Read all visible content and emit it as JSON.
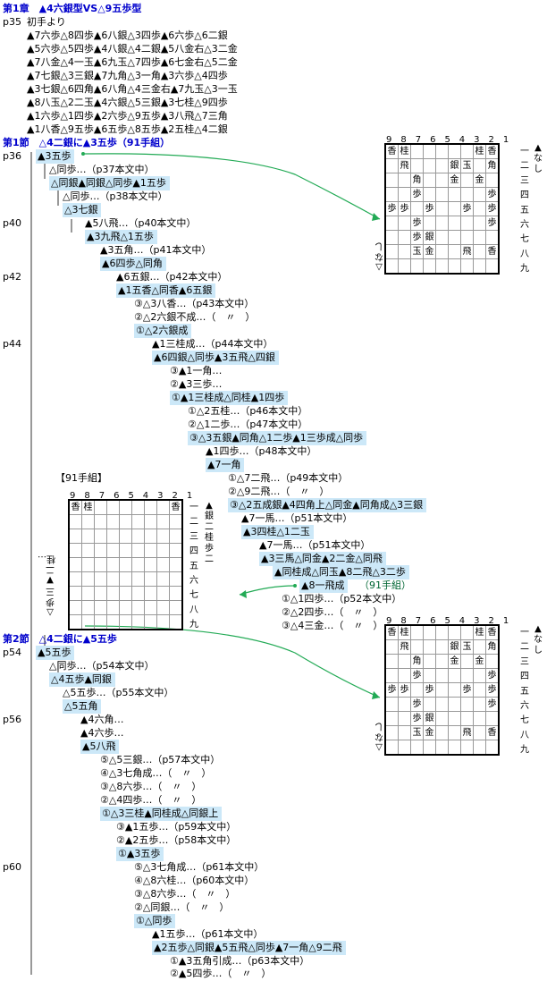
{
  "chapter": {
    "title": "第1章　▲4六銀型VS△9五歩型"
  },
  "intro": {
    "page": "p35",
    "label": "初手より",
    "lines": [
      "▲7六歩△8四歩▲6八銀△3四歩▲6六歩△6二銀",
      "▲5六歩△5四歩▲4八銀△4二銀▲5八金右△3二金",
      "▲7八金△4一玉▲6九玉△7四歩▲6七金右△5二金",
      "▲7七銀△3三銀▲7九角△3一角▲3六歩△4四歩",
      "▲3七銀△6四角▲6八角△4三金右▲7九玉△3一玉",
      "▲8八玉△2二玉▲4六銀△5三銀▲3七桂△9四歩",
      "▲1六歩△1四歩▲2六歩△9五歩▲3八飛△7三角",
      "▲1八香△9五歩▲6五歩△8五歩▲2五桂△4二銀"
    ]
  },
  "section1": {
    "title": "第1節　△4二銀に▲3五歩（91手組）",
    "pages": [
      "p36",
      "p40",
      "p42",
      "p44"
    ],
    "moves": [
      "▲3五歩",
      "△同歩…（p37本文中）",
      "△同銀▲同銀△同歩▲1五歩",
      "△同歩…（p38本文中）",
      "△3七銀",
      "▲5八飛…（p40本文中）",
      "▲3九飛△1五歩",
      "▲3五角…（p41本文中）",
      "▲6四歩△同角",
      "▲6五銀…（p42本文中）",
      "▲1五香△同香▲6五銀",
      "③△3八香…（p43本文中）",
      "②△2六銀不成…（　〃　）",
      "①△2六銀成",
      "▲1三桂成…（p44本文中）",
      "▲6四銀△同歩▲3五飛△四銀",
      "③▲1一角…",
      "②▲3三歩…",
      "①▲1三桂成△同桂▲1四歩",
      "①△2五桂…（p46本文中）",
      "②△1二歩…（p47本文中）",
      "③△3五銀▲同角△1二歩▲1三歩成△同歩",
      "▲1四歩…（p48本文中）",
      "▲7一角",
      "①△7二飛…（p49本文中）",
      "②△9二飛…（　〃　）",
      "③△2五成銀▲4四角上△同金▲同角成△3三銀",
      "▲7一馬…（p51本文中）",
      "▲3四桂△1二玉",
      "▲7一馬…（p51本文中）",
      "▲3三馬△同金▲2二金△同飛",
      "▲同桂成△同玉▲8二飛△3二歩",
      "▲8一飛成",
      "（91手組）",
      "①△1四歩…（p52本文中）",
      "②△2四歩…（　〃　）",
      "③△4三金…（　〃　）"
    ],
    "diagram_label": "【91手組】"
  },
  "section2": {
    "title": "第2節　△4二銀に▲5五歩",
    "pages": [
      "p54",
      "p56",
      "p60"
    ],
    "moves": [
      "▲5五歩",
      "△同歩…（p54本文中）",
      "△4五歩▲同銀",
      "△5五歩…（p55本文中）",
      "△5五角",
      "▲4六角…",
      "▲4六歩…",
      "▲5八飛",
      "⑤△5三銀…（p57本文中）",
      "④△3七角成…（　〃　）",
      "③△8六歩…（　〃　）",
      "②△4四歩…（　〃　）",
      "①△3三桂▲同桂成△同銀上",
      "③▲1五歩…（p59本文中）",
      "②▲2五歩…（p58本文中）",
      "①▲3五歩",
      "⑤△3七角成…（p61本文中）",
      "④△8六桂…（p60本文中）",
      "③△8六歩…（　〃　）",
      "②△同銀…（　〃　）",
      "①△同歩",
      "▲1五歩…（p61本文中）",
      "▲2五歩△同銀▲5五飛△同歩▲7一角△9二飛",
      "①▲3五角引成…（p63本文中）",
      "②▲5四歩…（　〃　）"
    ]
  },
  "boards": {
    "col_labels": "9　8　7　6　5　4　3　2　1",
    "row_labels": [
      "一",
      "二",
      "三",
      "四",
      "五",
      "六",
      "七",
      "八",
      "九"
    ],
    "sente_hand": "▲なし",
    "gote_hand": "△なし",
    "diagram_gote_hand": "△歩三▼二桂…",
    "diagram_sente_hand": "▲銀二桂歩二",
    "board1": [
      [
        "香",
        "桂",
        "",
        "",
        "",
        "",
        "",
        "桂",
        "香"
      ],
      [
        "",
        "飛",
        "",
        "",
        "",
        "銀",
        "玉",
        "",
        "角"
      ],
      [
        "",
        "",
        "角",
        "",
        "",
        "金",
        "",
        "金",
        ""
      ],
      [
        "",
        "",
        "歩",
        "",
        "",
        "",
        "",
        "",
        "歩"
      ],
      [
        "歩",
        "歩",
        "",
        "歩",
        "",
        "",
        "歩",
        "",
        "歩"
      ],
      [
        "",
        "",
        "歩",
        "",
        "",
        "",
        "",
        "",
        "歩"
      ],
      [
        "",
        "",
        "歩",
        "銀",
        "",
        "",
        "",
        "",
        ""
      ],
      [
        "",
        "",
        "玉",
        "金",
        "",
        "",
        "飛",
        "",
        "香"
      ],
      [
        "",
        "",
        "",
        "",
        "",
        "",
        "",
        "",
        ""
      ]
    ],
    "board2": [
      [
        "香",
        "桂",
        "",
        "",
        "",
        "",
        "",
        "",
        "香"
      ],
      [
        "",
        "",
        "",
        "",
        "",
        "",
        "",
        "",
        ""
      ],
      [
        "",
        "",
        "",
        "",
        "",
        "",
        "",
        "",
        ""
      ],
      [
        "",
        "",
        "",
        "",
        "",
        "",
        "",
        "",
        ""
      ],
      [
        "",
        "",
        "",
        "",
        "",
        "",
        "",
        "",
        ""
      ],
      [
        "",
        "",
        "",
        "",
        "",
        "",
        "",
        "",
        ""
      ],
      [
        "",
        "",
        "",
        "",
        "",
        "",
        "",
        "",
        ""
      ],
      [
        "",
        "",
        "",
        "",
        "",
        "",
        "",
        "",
        ""
      ],
      [
        "",
        "",
        "",
        "",
        "",
        "",
        "",
        "",
        ""
      ]
    ]
  }
}
